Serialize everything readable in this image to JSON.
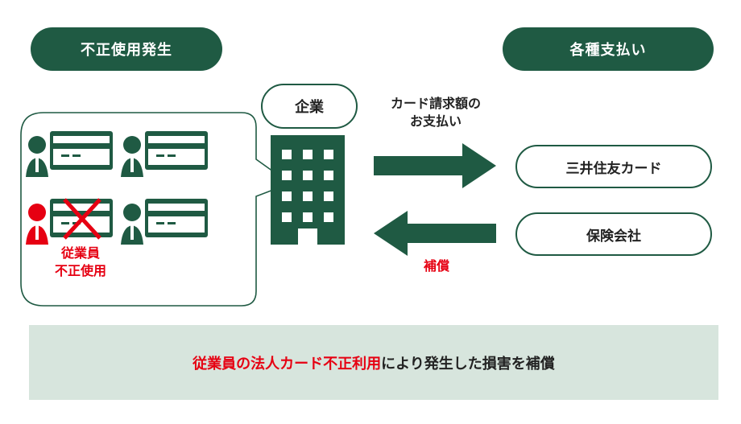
{
  "header": {
    "left_label": "不正使用発生",
    "right_label": "各種支払い"
  },
  "company": {
    "label": "企業"
  },
  "flow": {
    "top_arrow_label_line1": "カード請求額の",
    "top_arrow_label_line2": "お支払い",
    "bottom_arrow_label": "補償"
  },
  "payees": [
    {
      "label": "三井住友カード"
    },
    {
      "label": "保険会社"
    }
  ],
  "fraud_note": {
    "line1": "従業員",
    "line2": "不正使用"
  },
  "banner": {
    "highlight": "従業員の法人カード不正利用",
    "rest": "により発生した損害を補償"
  },
  "colors": {
    "brand_green": "#1f5a43",
    "alert_red": "#e60012",
    "banner_bg": "#d7e5dd"
  }
}
